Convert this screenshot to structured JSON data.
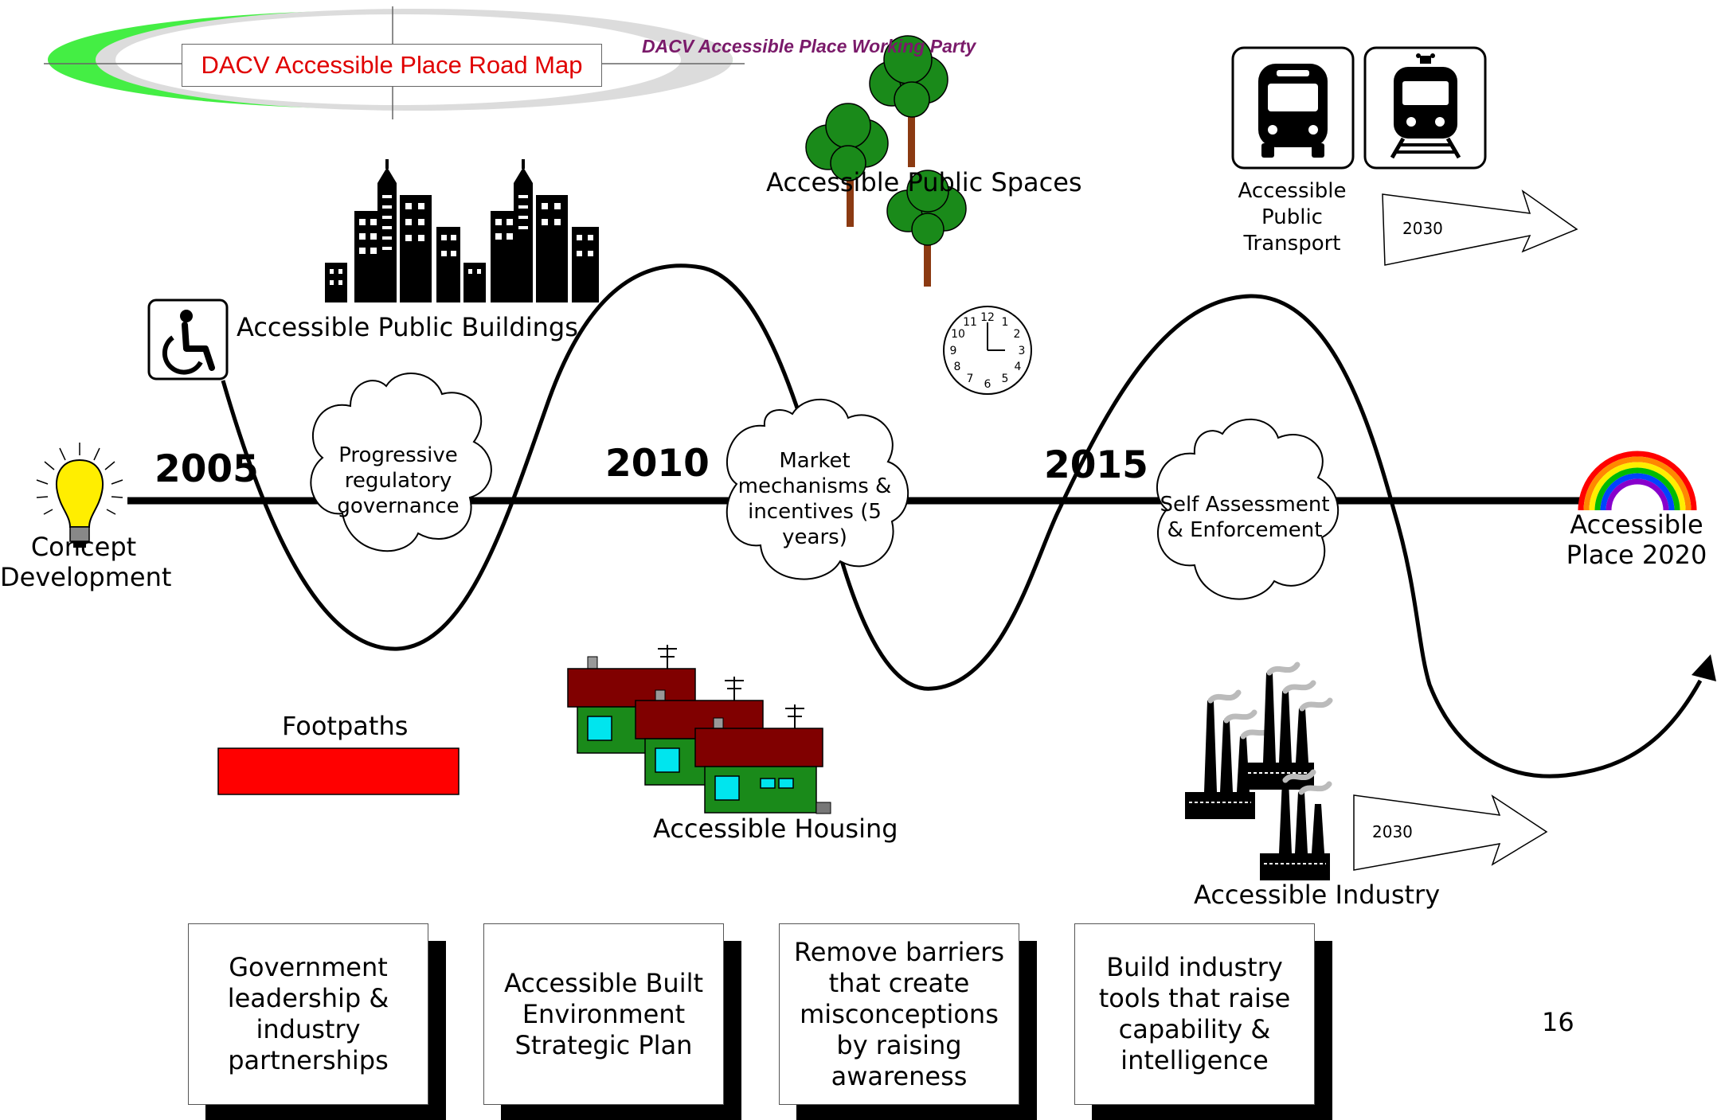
{
  "title": "DACV Accessible Place Road Map",
  "working_party": "DACV Accessible Place Working Party",
  "milestones": {
    "start": "Concept Development",
    "y2005": "2005",
    "y2010": "2010",
    "y2015": "2015",
    "end": "Accessible Place 2020"
  },
  "clouds": {
    "progressive": "Progressive regulatory governance",
    "market": "Market mechanisms & incentives (5 years)",
    "self": "Self Assessment & Enforcement"
  },
  "labels": {
    "buildings": "Accessible Public Buildings",
    "spaces": "Accessible Public Spaces",
    "transport": "Accessible Public Transport",
    "footpaths": "Footpaths",
    "housing": "Accessible Housing",
    "industry": "Accessible Industry"
  },
  "arrows": {
    "transport_year": "2030",
    "industry_year": "2030"
  },
  "boxes": [
    "Government leadership & industry partnerships",
    "Accessible Built Environment Strategic Plan",
    "Remove barriers that create misconceptions by raising awareness",
    "Build industry tools that raise capability & intelligence"
  ],
  "page_number": "16",
  "colors": {
    "title_text": "#e00000",
    "party_text": "#7a1a6a",
    "footpath_bar": "#ff0000",
    "house_roof": "#800000",
    "house_wall": "#1a8a1a",
    "window": "#00e5ee",
    "tree_leaves": "#1a8a1a",
    "tree_trunk": "#8b3a12",
    "bulb": "#ffee00"
  }
}
